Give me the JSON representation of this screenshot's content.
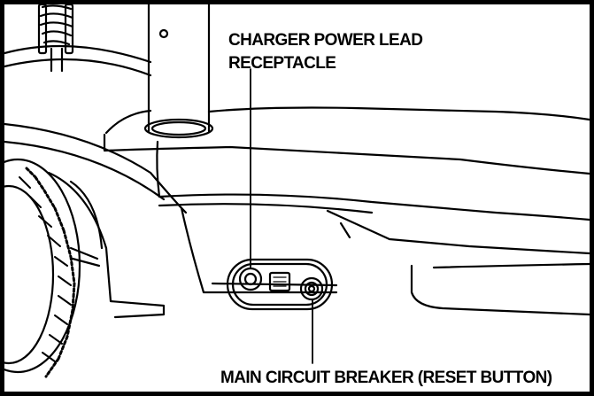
{
  "callouts": {
    "charger_line1": "CHARGER POWER LEAD",
    "charger_line2": "RECEPTACLE",
    "breaker": "MAIN CIRCUIT BREAKER (RESET BUTTON)"
  },
  "colors": {
    "line": "#000000",
    "background": "#ffffff"
  }
}
